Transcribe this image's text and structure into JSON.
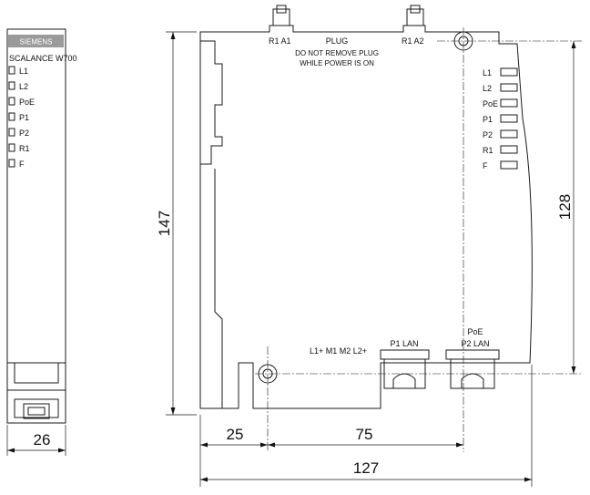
{
  "brand": "SIEMENS",
  "product": "SCALANCE W700",
  "front_leds": [
    "L1",
    "L2",
    "PoE",
    "P1",
    "P2",
    "R1",
    "F"
  ],
  "side_leds": [
    "L1",
    "L2",
    "PoE",
    "P1",
    "P2",
    "R1",
    "F"
  ],
  "labels": {
    "r1_a1": "R1 A1",
    "r1_a2": "R1 A2",
    "plug_title": "PLUG",
    "plug_warning_line1": "DO NOT REMOVE PLUG",
    "plug_warning_line2": "WHILE POWER IS ON",
    "power_terminals": "L1+ M1 M2 L2+",
    "p1_lan": "P1 LAN",
    "poe": "PoE",
    "p2_lan": "P2 LAN"
  },
  "dimensions": {
    "front_width": "26",
    "height": "147",
    "hole_height": "128",
    "left_offset": "25",
    "hole_spacing": "75",
    "total_width": "127"
  }
}
